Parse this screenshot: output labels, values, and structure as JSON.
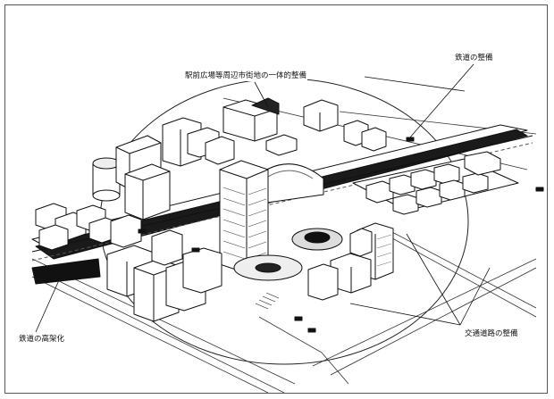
{
  "diagram": {
    "labels": {
      "station_area_redevelopment": "駅前広場等周辺市街地の一体的整備",
      "railway_improvement": "鉄道の整備",
      "railway_elevation": "鉄道の高架化",
      "road_improvement": "交通道路の整備"
    }
  }
}
